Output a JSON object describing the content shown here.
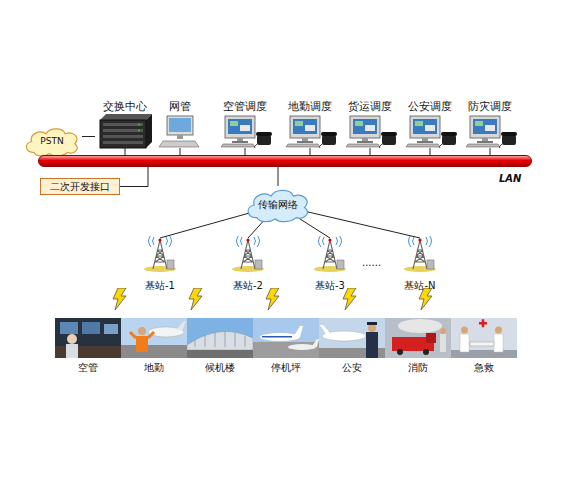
{
  "diagram": {
    "nodes": [
      {
        "text": [
          "PSTN"
        ]
      },
      {
        "text": [
          "交换中心"
        ]
      },
      {
        "text": [
          "网管"
        ]
      },
      {
        "text": [
          "空管调度"
        ]
      },
      {
        "text": [
          "地勤调度"
        ]
      },
      {
        "text": [
          "货运调度"
        ]
      },
      {
        "text": [
          "公安调度"
        ]
      },
      {
        "text": [
          "防灾调度"
        ]
      },
      {
        "text": [
          "LAN"
        ]
      },
      {
        "text": [
          "二次开发接口"
        ]
      },
      {
        "text": [
          "传输网络"
        ]
      },
      {
        "text": [
          "基站-1"
        ]
      },
      {
        "text": [
          "基站-2"
        ]
      },
      {
        "text": [
          "基站-3"
        ]
      },
      {
        "text": [
          "基站-N"
        ]
      },
      {
        "text": [
          "空管"
        ]
      },
      {
        "text": [
          "地勤"
        ]
      },
      {
        "text": [
          "候机楼"
        ]
      },
      {
        "text": [
          "停机坪"
        ]
      },
      {
        "text": [
          "公安"
        ]
      },
      {
        "text": [
          "消防"
        ]
      },
      {
        "text": [
          "急救"
        ]
      }
    ],
    "edges": [
      {
        "from": 0,
        "to": 1,
        "arrow": "none"
      },
      {
        "from": 1,
        "to": 8,
        "arrow": "none"
      },
      {
        "from": 2,
        "to": 8,
        "arrow": "none"
      },
      {
        "from": 3,
        "to": 8,
        "arrow": "none"
      },
      {
        "from": 4,
        "to": 8,
        "arrow": "none"
      },
      {
        "from": 5,
        "to": 8,
        "arrow": "none"
      },
      {
        "from": 6,
        "to": 8,
        "arrow": "none"
      },
      {
        "from": 7,
        "to": 8,
        "arrow": "none"
      },
      {
        "from": 9,
        "to": 8,
        "arrow": "none"
      },
      {
        "from": 8,
        "to": 10,
        "arrow": "none"
      },
      {
        "from": 10,
        "to": 11,
        "arrow": "none"
      },
      {
        "from": 10,
        "to": 12,
        "arrow": "none"
      },
      {
        "from": 10,
        "to": 13,
        "arrow": "none"
      },
      {
        "from": 10,
        "to": 14,
        "arrow": "none"
      }
    ],
    "labels": [
      "......"
    ]
  }
}
